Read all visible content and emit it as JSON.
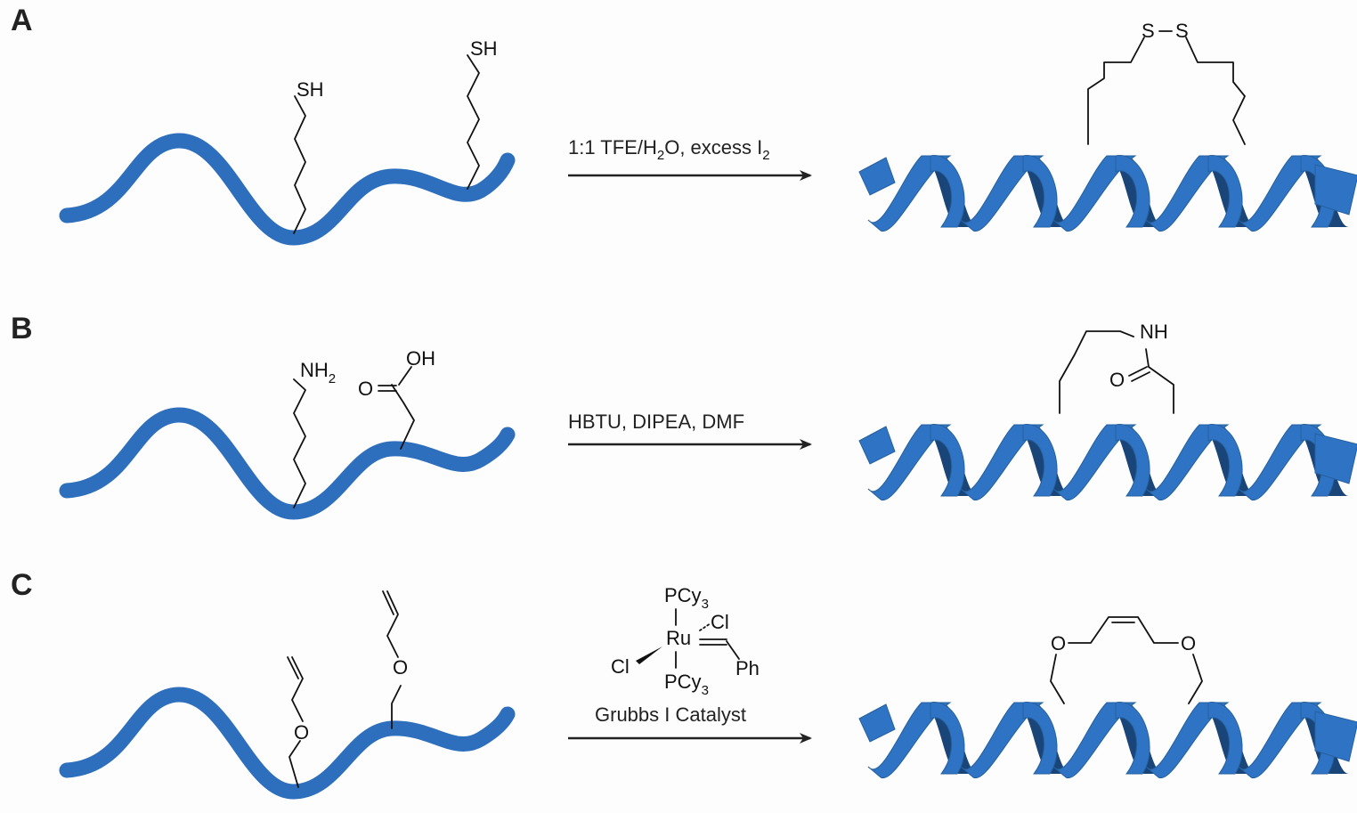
{
  "panels": [
    {
      "label": "A",
      "reactant_groups": [
        "SH",
        "SH"
      ],
      "reagents": {
        "line1_pre": "1:1 TFE/H",
        "line1_sub1": "2",
        "line1_mid": "O, excess I",
        "line1_sub2": "2"
      },
      "product_groups": [
        "S",
        "S"
      ]
    },
    {
      "label": "B",
      "reactant_groups": {
        "amine": "NH",
        "amine_sub": "2",
        "acid_oh": "OH",
        "acid_o": "O"
      },
      "reagents": {
        "line1": "HBTU, DIPEA, DMF"
      },
      "product_groups": {
        "nh": "NH",
        "o": "O"
      }
    },
    {
      "label": "C",
      "reactant_groups": [
        "O",
        "O"
      ],
      "catalyst": {
        "top_ligand": "PCy",
        "top_sub": "3",
        "metal": "Ru",
        "cl_right": "Cl",
        "cl_left": "Cl",
        "ph": "Ph",
        "bottom_ligand": "PCy",
        "bottom_sub": "3",
        "name": "Grubbs I Catalyst"
      },
      "product_groups": [
        "O",
        "O"
      ]
    }
  ],
  "colors": {
    "peptide": "#2d6fbd",
    "helix_front": "#2f73c4",
    "helix_back": "#1a4579",
    "ink": "#111111"
  }
}
